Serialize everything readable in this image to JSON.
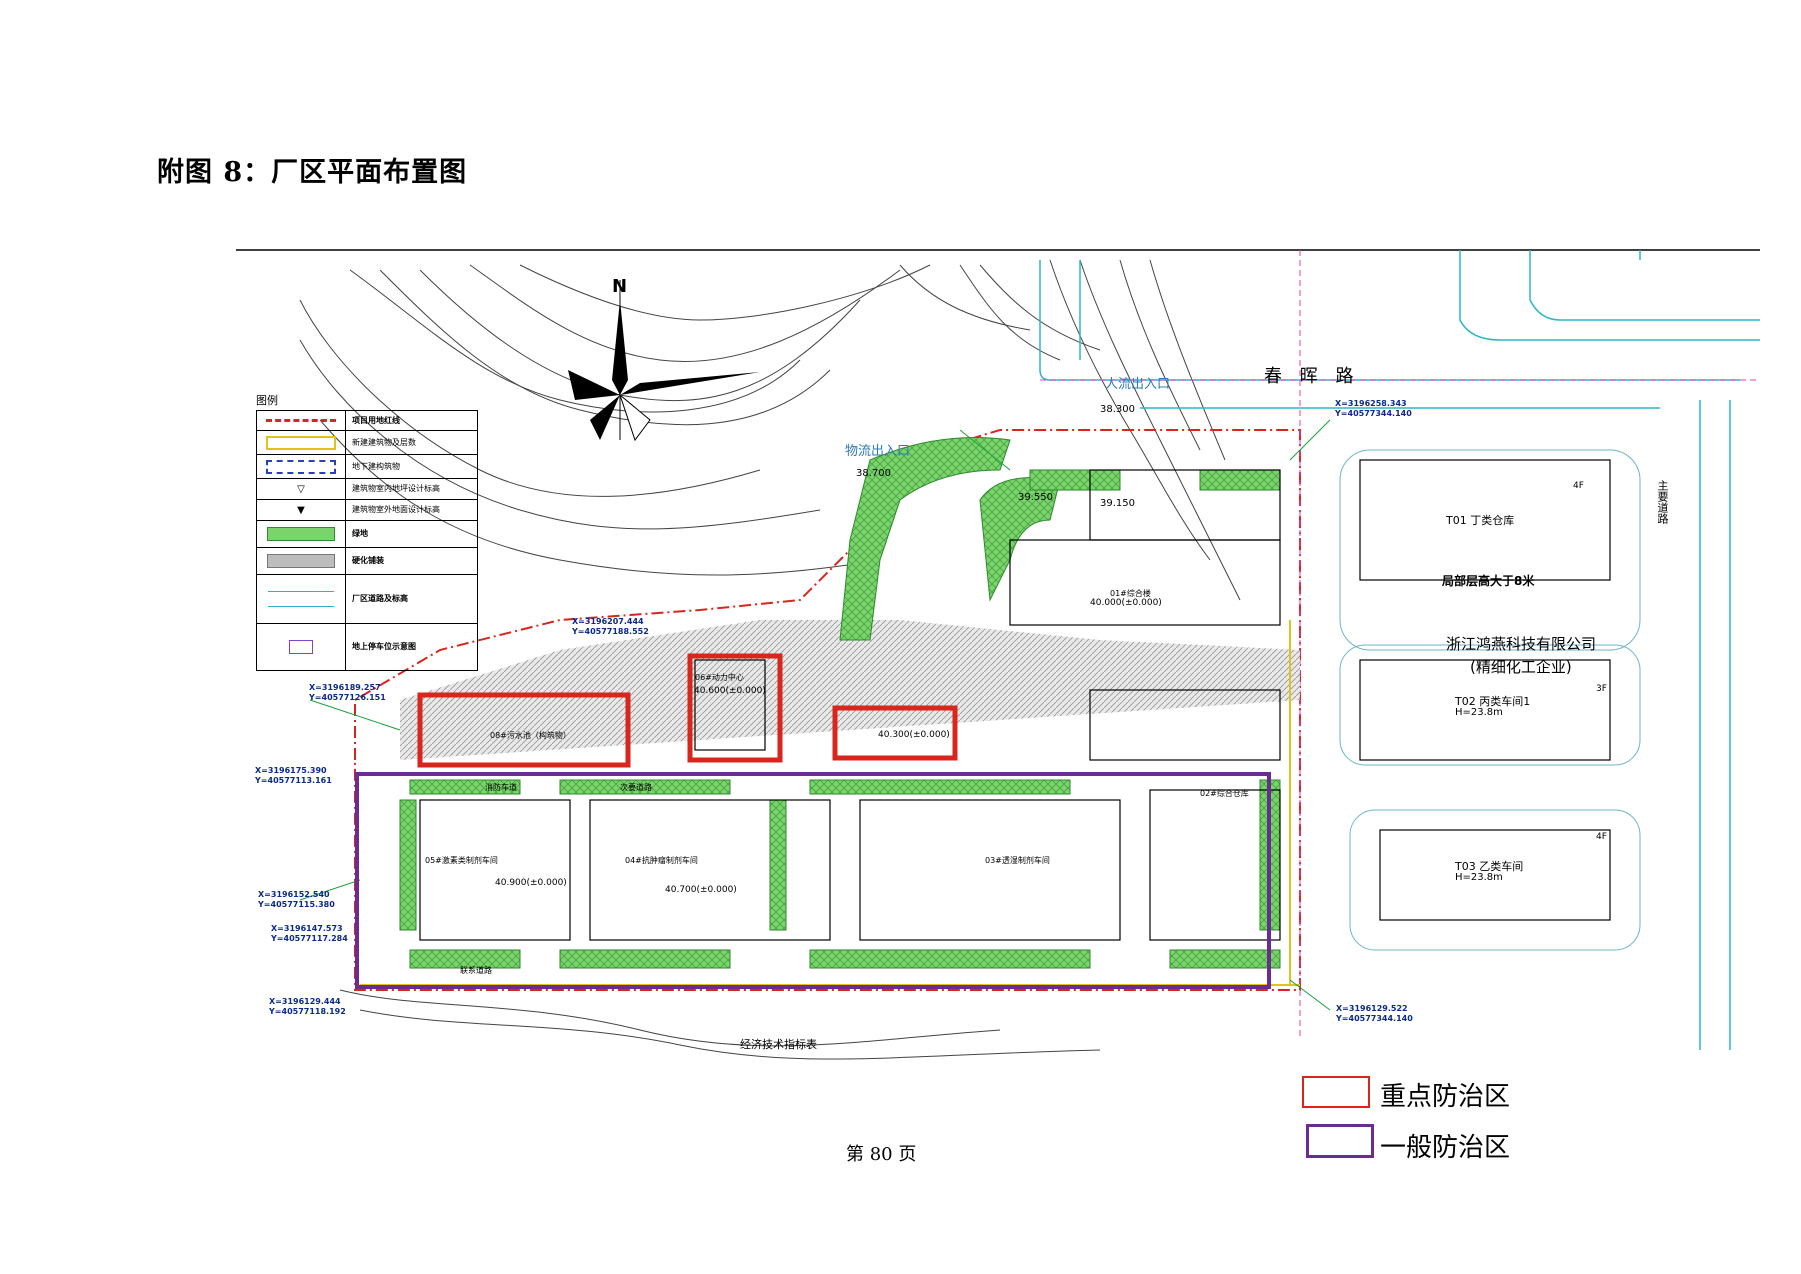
{
  "page": {
    "title": "附图 8：厂区平面布置图",
    "footer": "第 80 页"
  },
  "plan": {
    "north_label": "N",
    "road_name": "春 晖 路",
    "people_exit": "人流出入口",
    "goods_exit": "物流出入口",
    "neighbor_company": "浙江鸿燕科技有限公司",
    "neighbor_type": "(精细化工企业)",
    "neighbor_note": "局部层高大于8米",
    "main_road": "主要道路",
    "econ_table": "经济技术指标表",
    "buildings": [
      {
        "label": "T01 丁类仓库",
        "floors": "4F"
      },
      {
        "label": "T02 丙类车间1",
        "height": "H=23.8m",
        "floors": "3F"
      },
      {
        "label": "T03 乙类车间",
        "height": "H=23.8m",
        "floors": "4F"
      },
      {
        "label": "01#综合楼"
      },
      {
        "label": "02#综合仓库"
      },
      {
        "label": "03#透湿制剂车间"
      },
      {
        "label": "04#抗肿瘤制剂车间"
      },
      {
        "label": "05#激素类制剂车间"
      },
      {
        "label": "06#动力中心"
      },
      {
        "label": "08#污水池（构筑物）"
      }
    ],
    "elevations": [
      "40.600(±0.000)",
      "40.300(±0.000)",
      "40.000(±0.000)",
      "40.900(±0.000)",
      "40.700(±0.000)",
      "38.300",
      "38.700",
      "39.550",
      "39.150"
    ],
    "coordinates": [
      "X=3196258.343",
      "Y=40577344.140",
      "X=3196207.444",
      "Y=40577188.552",
      "X=3196189.257",
      "Y=40577126.151",
      "X=3196175.390",
      "Y=40577113.161",
      "X=3196152.540",
      "Y=40577115.380",
      "X=3196147.573",
      "Y=40577117.284",
      "X=3196129.444",
      "Y=40577118.192",
      "X=3196129.522",
      "Y=40577344.140"
    ],
    "road_labels": [
      "消防车道",
      "次要道路",
      "联系道路"
    ]
  },
  "legend": {
    "title": "图例",
    "items": [
      "项目用地红线",
      "新建建筑物及层数",
      "地下建构筑物",
      "建筑物室内地坪设计标高",
      "建筑物室外地面设计标高",
      "绿地",
      "硬化铺装",
      "厂区道路及标高",
      "地上停车位示意图"
    ]
  },
  "zones": [
    {
      "label": "重点防治区",
      "color": "#d8261c"
    },
    {
      "label": "一般防治区",
      "color": "#6a2c91"
    }
  ]
}
